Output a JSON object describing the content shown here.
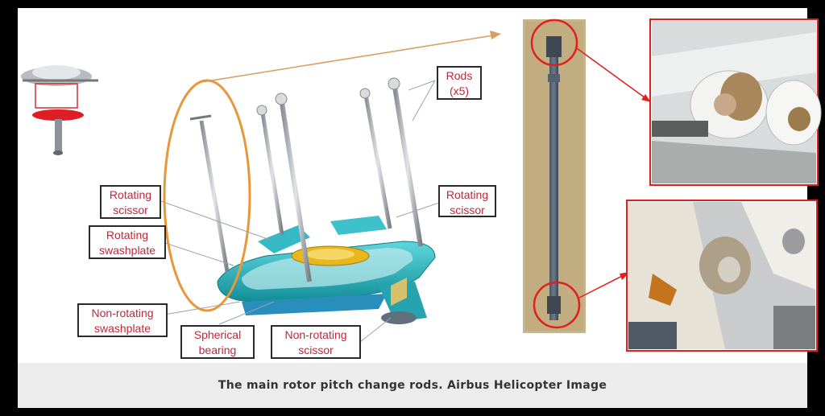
{
  "labels": {
    "rods": "Rods\n(x5)",
    "rotating_scissor_left": "Rotating\nscissor",
    "rotating_swashplate": "Rotating\nswashplate",
    "non_rotating_swashplate": "Non-rotating\nswashplate",
    "spherical_bearing": "Spherical\nbearing",
    "non_rotating_scissor": "Non-rotating\nscissor",
    "rotating_scissor_right": "Rotating\nscissor"
  },
  "caption": "The main rotor pitch change rods. Airbus Helicopter Image",
  "colors": {
    "label_text": "#c0283a",
    "highlight_ellipse": "#e8973a",
    "pointer_arrow": "#d8a060",
    "detail_circle": "#e0201c",
    "swashplate": "#1fb5c0",
    "caption_bar": "#ececec"
  }
}
